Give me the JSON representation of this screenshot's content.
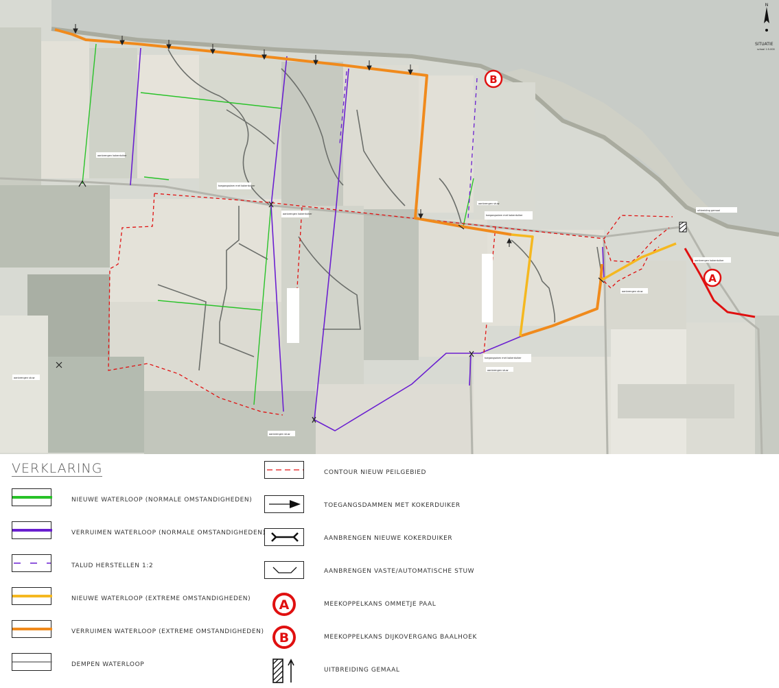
{
  "map": {
    "north_label": "N",
    "situatie_label": "SITUATIE",
    "situatie_scale": "schaal 1:5.000",
    "badge_a": "A",
    "badge_b": "B",
    "callouts": [
      "aanbrengen stuw",
      "aanbrengen kokerduiker",
      "toegangsdam met kokerduiker",
      "uitbreiding gemaal"
    ]
  },
  "legend": {
    "title": "VERKLARING",
    "left_items": [
      {
        "label": "NIEUWE WATERLOOP (NORMALE OMSTANDIGHEDEN)",
        "color": "#28c228",
        "style": "solid"
      },
      {
        "label": "VERRUIMEN WATERLOOP (NORMALE OMSTANDIGHEDEN)",
        "color": "#6a1fd0",
        "style": "solid"
      },
      {
        "label": "TALUD HERSTELLEN 1:2",
        "color": "#6a1fd0",
        "style": "dashed"
      },
      {
        "label": "NIEUWE WATERLOOP (EXTREME OMSTANDIGHEDEN)",
        "color": "#f5b820",
        "style": "solid"
      },
      {
        "label": "VERRUIMEN WATERLOOP (EXTREME OMSTANDIGHEDEN)",
        "color": "#f08a1c",
        "style": "solid"
      },
      {
        "label": "DEMPEN WATERLOOP",
        "color": "#777777",
        "style": "solid-thin"
      }
    ],
    "right_items": [
      {
        "label": "CONTOUR NIEUW PEILGEBIED",
        "symbol": "red-dashed"
      },
      {
        "label": "TOEGANGSDAMMEN MET KOKERDUIKER",
        "symbol": "arrow"
      },
      {
        "label": "AANBRENGEN NIEUWE KOKERDUIKER",
        "symbol": "culvert"
      },
      {
        "label": "AANBRENGEN VASTE/AUTOMATISCHE STUW",
        "symbol": "weir"
      },
      {
        "label": "MEEKOPPELKANS OMMETJE PAAL",
        "symbol": "badge",
        "badge": "A"
      },
      {
        "label": "MEEKOPPELKANS DIJKOVERGANG BAALHOEK",
        "symbol": "badge",
        "badge": "B"
      },
      {
        "label": "UITBREIDING GEMAAL",
        "symbol": "pump"
      }
    ]
  },
  "colors": {
    "green": "#28c228",
    "purple": "#6a1fd0",
    "yellow": "#f5b820",
    "orange": "#f08a1c",
    "red": "#e01010",
    "grey": "#777777"
  }
}
